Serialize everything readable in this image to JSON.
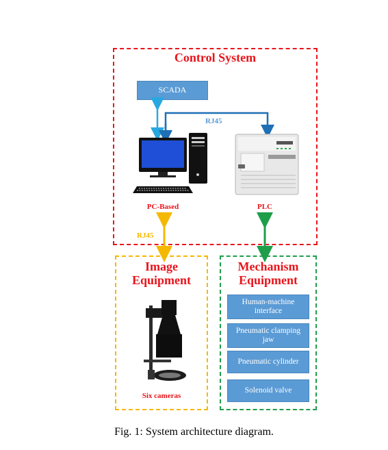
{
  "control_system": {
    "title": "Control System"
  },
  "scada": {
    "label": "SCADA"
  },
  "rj45_top": {
    "label": "RJ45"
  },
  "pc": {
    "label": "PC-Based"
  },
  "plc": {
    "label": "PLC"
  },
  "rj45_left": {
    "label": "RJ45"
  },
  "image_equipment": {
    "title_line1": "Image",
    "title_line2": "Equipment",
    "camera_label": "Six cameras"
  },
  "mechanism_equipment": {
    "title_line1": "Mechanism",
    "title_line2": "Equipment",
    "items": [
      {
        "label": "Human-machine interface"
      },
      {
        "label": "Pneumatic clamping jaw"
      },
      {
        "label": "Pneumatic cylinder"
      },
      {
        "label": "Solenoid valve"
      }
    ]
  },
  "caption": "Fig. 1: System architecture diagram.",
  "colors": {
    "red": "#e8141b",
    "gold": "#f5b800",
    "green": "#1e9e4a",
    "blue": "#5b9bd5",
    "light_blue": "#29a8e0",
    "dark_blue": "#1f6fb5"
  }
}
